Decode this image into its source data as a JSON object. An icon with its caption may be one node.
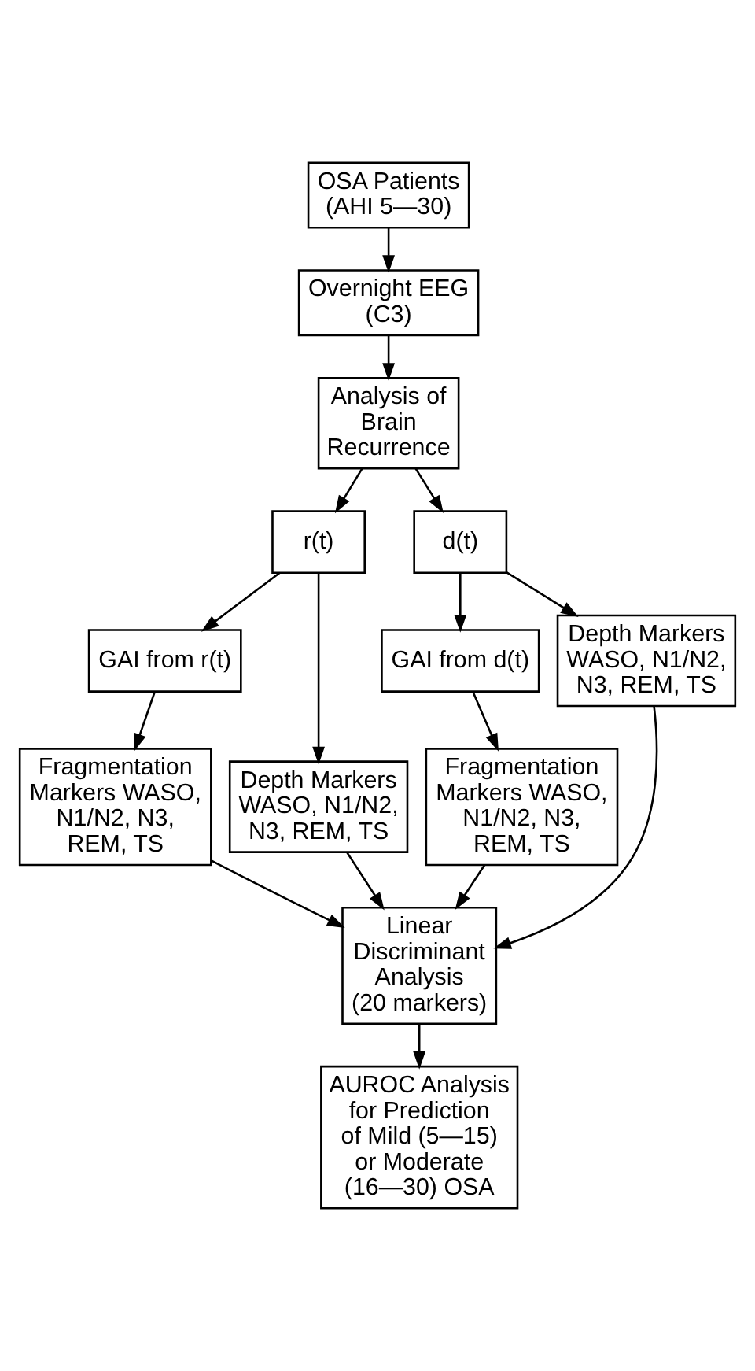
{
  "diagram": {
    "nodes": [
      {
        "text": [
          "OSA Patients",
          "(AHI 5—30)"
        ]
      },
      {
        "text": [
          "Overnight EEG",
          "(C3)"
        ]
      },
      {
        "text": [
          "Analysis of Brain Recurrence"
        ]
      },
      {
        "text": [
          "r(t)"
        ]
      },
      {
        "text": [
          "d(t)"
        ]
      },
      {
        "text": [
          "GAI from r(t)"
        ]
      },
      {
        "text": [
          "GAI from d(t)"
        ]
      },
      {
        "text": [
          "Fragmentation Markers WASO, N1/N2, N3, REM, TS"
        ]
      },
      {
        "text": [
          "Depth Markers WASO, N1/N2, N3, REM, TS"
        ]
      },
      {
        "text": [
          "Depth Markers WASO, N1/N2, N3, REM, TS"
        ]
      },
      {
        "text": [
          "Fragmentation Markers WASO, N1/N2, N3, REM, TS"
        ]
      },
      {
        "text": [
          "Linear Discriminant Analysis",
          "(20 markers)"
        ]
      },
      {
        "text": [
          "AUROC Analysis for Prediction of Mild (5—15) or Moderate (16—30) OSA"
        ]
      }
    ],
    "edges": [
      {
        "from": 0,
        "to": 1,
        "arrow": "to"
      },
      {
        "from": 1,
        "to": 2,
        "arrow": "to"
      },
      {
        "from": 2,
        "to": 3,
        "arrow": "to"
      },
      {
        "from": 2,
        "to": 4,
        "arrow": "to"
      },
      {
        "from": 3,
        "to": 5,
        "arrow": "to"
      },
      {
        "from": 4,
        "to": 6,
        "arrow": "to"
      },
      {
        "from": 5,
        "to": 7,
        "arrow": "to"
      },
      {
        "from": 3,
        "to": 8,
        "arrow": "to"
      },
      {
        "from": 4,
        "to": 9,
        "arrow": "to"
      },
      {
        "from": 6,
        "to": 10,
        "arrow": "to"
      },
      {
        "from": 7,
        "to": 11,
        "arrow": "to"
      },
      {
        "from": 8,
        "to": 11,
        "arrow": "to"
      },
      {
        "from": 9,
        "to": 11,
        "arrow": "to"
      },
      {
        "from": 10,
        "to": 11,
        "arrow": "to"
      },
      {
        "from": 11,
        "to": 12,
        "arrow": "to"
      }
    ]
  }
}
